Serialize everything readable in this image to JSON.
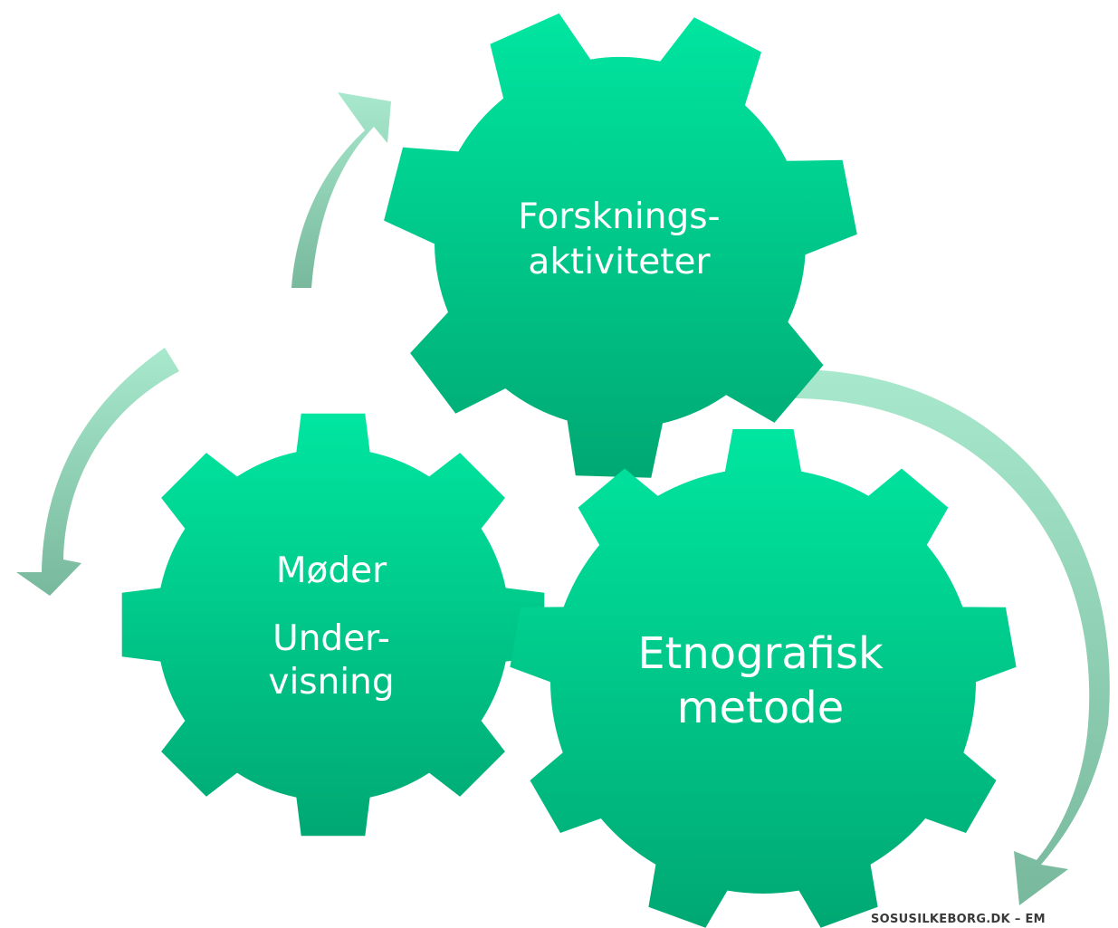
{
  "gears": {
    "research": {
      "line1": "Forsknings-",
      "line2": "aktiviteter"
    },
    "meetings": {
      "line1": "Møder",
      "line2": "Under-",
      "line3": "visning"
    },
    "ethno": {
      "line1": "Etnografisk",
      "line2": "metode"
    }
  },
  "colors": {
    "gear_top": "#00E6A0",
    "gear_bottom": "#00A872",
    "arrow_light": "#A8E8CC",
    "arrow_dark": "#78B89C"
  },
  "footer": {
    "text": "SOSUSILKEBORG.DK – EM"
  }
}
